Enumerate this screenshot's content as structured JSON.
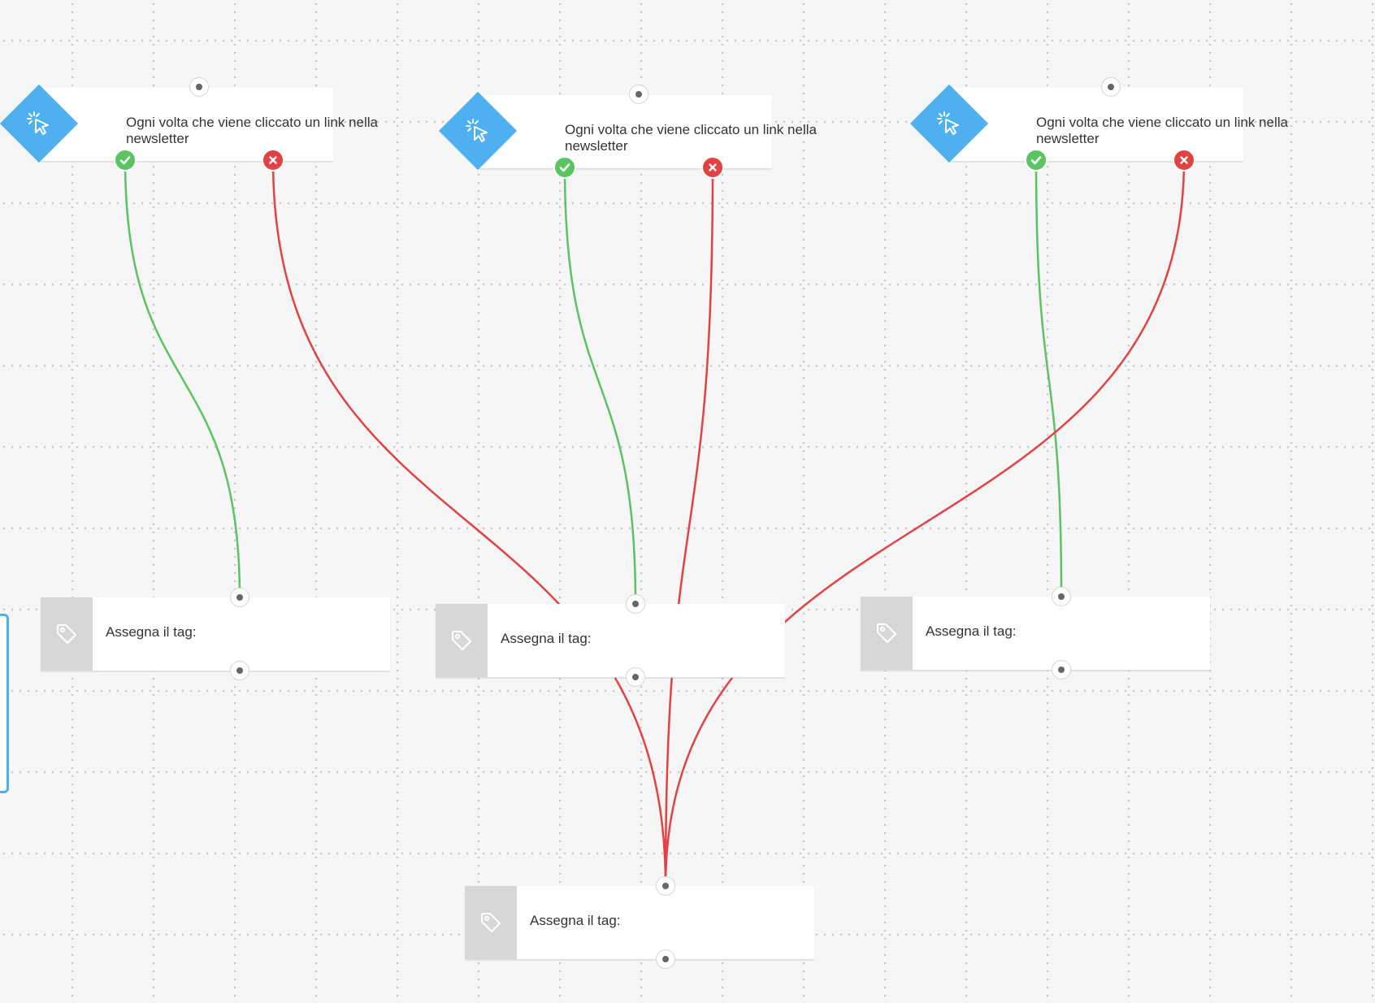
{
  "colors": {
    "trigger": "#4eb0f0",
    "yes": "#5ac461",
    "no": "#e24242",
    "tag_panel": "#d7d7d7",
    "canvas": "#f6f6f6"
  },
  "icons": {
    "trigger": "click-cursor-icon",
    "action": "tag-icon",
    "yes": "check-icon",
    "no": "close-icon"
  },
  "triggers": [
    {
      "id": "t1",
      "label": "Ogni volta che viene cliccato un link nella newsletter"
    },
    {
      "id": "t2",
      "label": "Ogni volta che viene cliccato un link nella newsletter"
    },
    {
      "id": "t3",
      "label": "Ogni volta che viene cliccato un link nella newsletter"
    }
  ],
  "actions": [
    {
      "id": "a1",
      "label": "Assegna il tag:"
    },
    {
      "id": "a2",
      "label": "Assegna il tag:"
    },
    {
      "id": "a3",
      "label": "Assegna il tag:"
    },
    {
      "id": "a4",
      "label": "Assegna il tag:"
    }
  ],
  "connections": [
    {
      "from": "t1",
      "branch": "yes",
      "to": "a1"
    },
    {
      "from": "t1",
      "branch": "no",
      "to": "a4"
    },
    {
      "from": "t2",
      "branch": "yes",
      "to": "a2"
    },
    {
      "from": "t2",
      "branch": "no",
      "to": "a4"
    },
    {
      "from": "t3",
      "branch": "yes",
      "to": "a3"
    },
    {
      "from": "t3",
      "branch": "no",
      "to": "a4"
    }
  ]
}
